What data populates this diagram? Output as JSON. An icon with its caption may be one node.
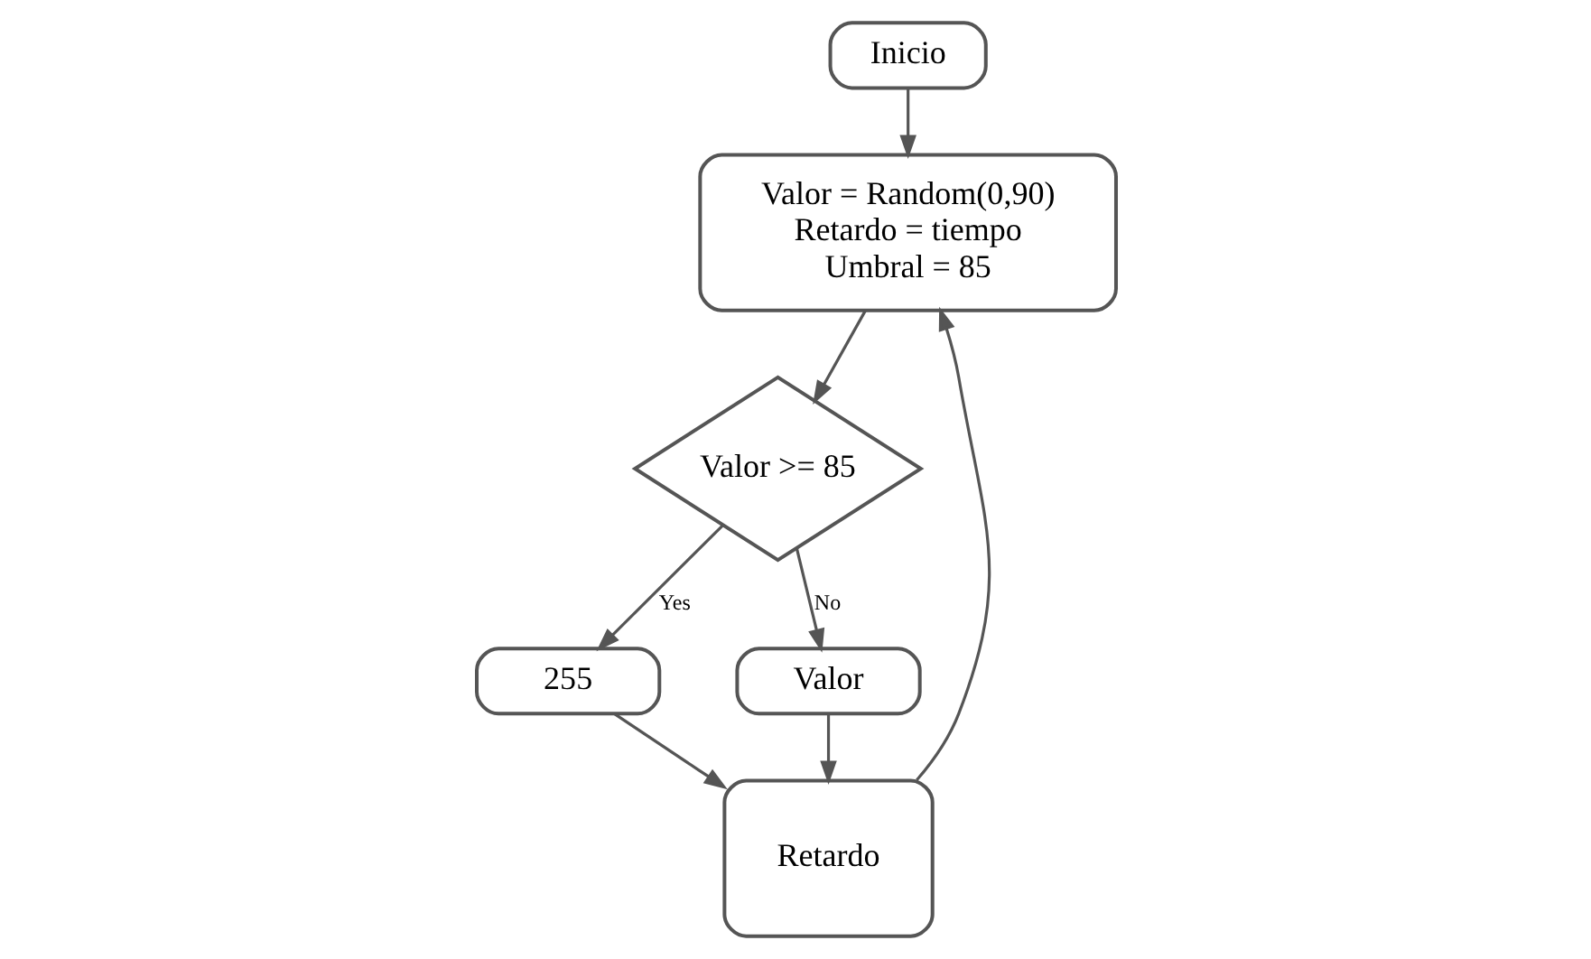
{
  "diagram": {
    "nodes": [
      {
        "text": [
          "Inicio"
        ]
      },
      {
        "text": [
          "Valor = Random(0,90)",
          "Retardo = tiempo",
          "Umbral = 85"
        ]
      },
      {
        "text": [
          "Valor >= 85"
        ]
      },
      {
        "text": [
          "255"
        ]
      },
      {
        "text": [
          "Valor"
        ]
      },
      {
        "text": [
          "Retardo"
        ]
      }
    ],
    "edges": [
      {
        "from": 0,
        "to": 1,
        "arrow": "to"
      },
      {
        "from": 1,
        "to": 2,
        "arrow": "to"
      },
      {
        "from": 2,
        "to": 3,
        "arrow": "to",
        "label": "Yes"
      },
      {
        "from": 2,
        "to": 4,
        "arrow": "to",
        "label": "No"
      },
      {
        "from": 3,
        "to": 5,
        "arrow": "to"
      },
      {
        "from": 4,
        "to": 5,
        "arrow": "to"
      },
      {
        "from": 5,
        "to": 1,
        "arrow": "to"
      }
    ]
  }
}
